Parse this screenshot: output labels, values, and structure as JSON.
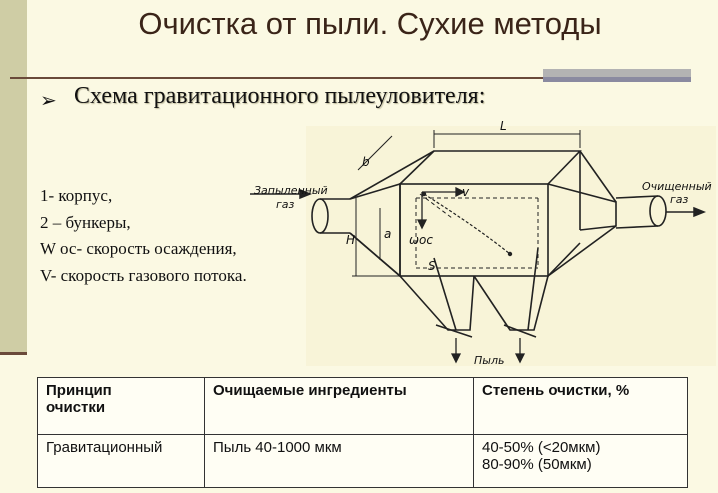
{
  "slide": {
    "title": "Очистка от пыли. Сухие методы",
    "bullet": "Схема гравитационного пылеуловителя:"
  },
  "legend": {
    "items": [
      "1- корпус,",
      "2 – бункеры,",
      "W ос- скорость осаждения,",
      "V- скорость газового потока."
    ]
  },
  "diagram": {
    "inlet_label_1": "Запыленный",
    "inlet_label_2": "газ",
    "outlet_label_1": "Очищенный",
    "outlet_label_2": "газ",
    "dust_label": "Пыль",
    "dim_L": "L",
    "dim_b": "b",
    "dim_H": "H",
    "dim_a": "a",
    "vel_v": "v",
    "vel_w": "ωос",
    "dist_S": "S"
  },
  "table": {
    "headers": [
      [
        "Принцип",
        "очистки"
      ],
      [
        "Очищаемые ингредиенты"
      ],
      [
        "Степень очистки, %"
      ]
    ],
    "rows": [
      [
        [
          "Гравитационный"
        ],
        [
          "Пыль 40-1000 мкм"
        ],
        [
          "40-50% (<20мкм)",
          "80-90% (50мкм)"
        ]
      ]
    ]
  }
}
